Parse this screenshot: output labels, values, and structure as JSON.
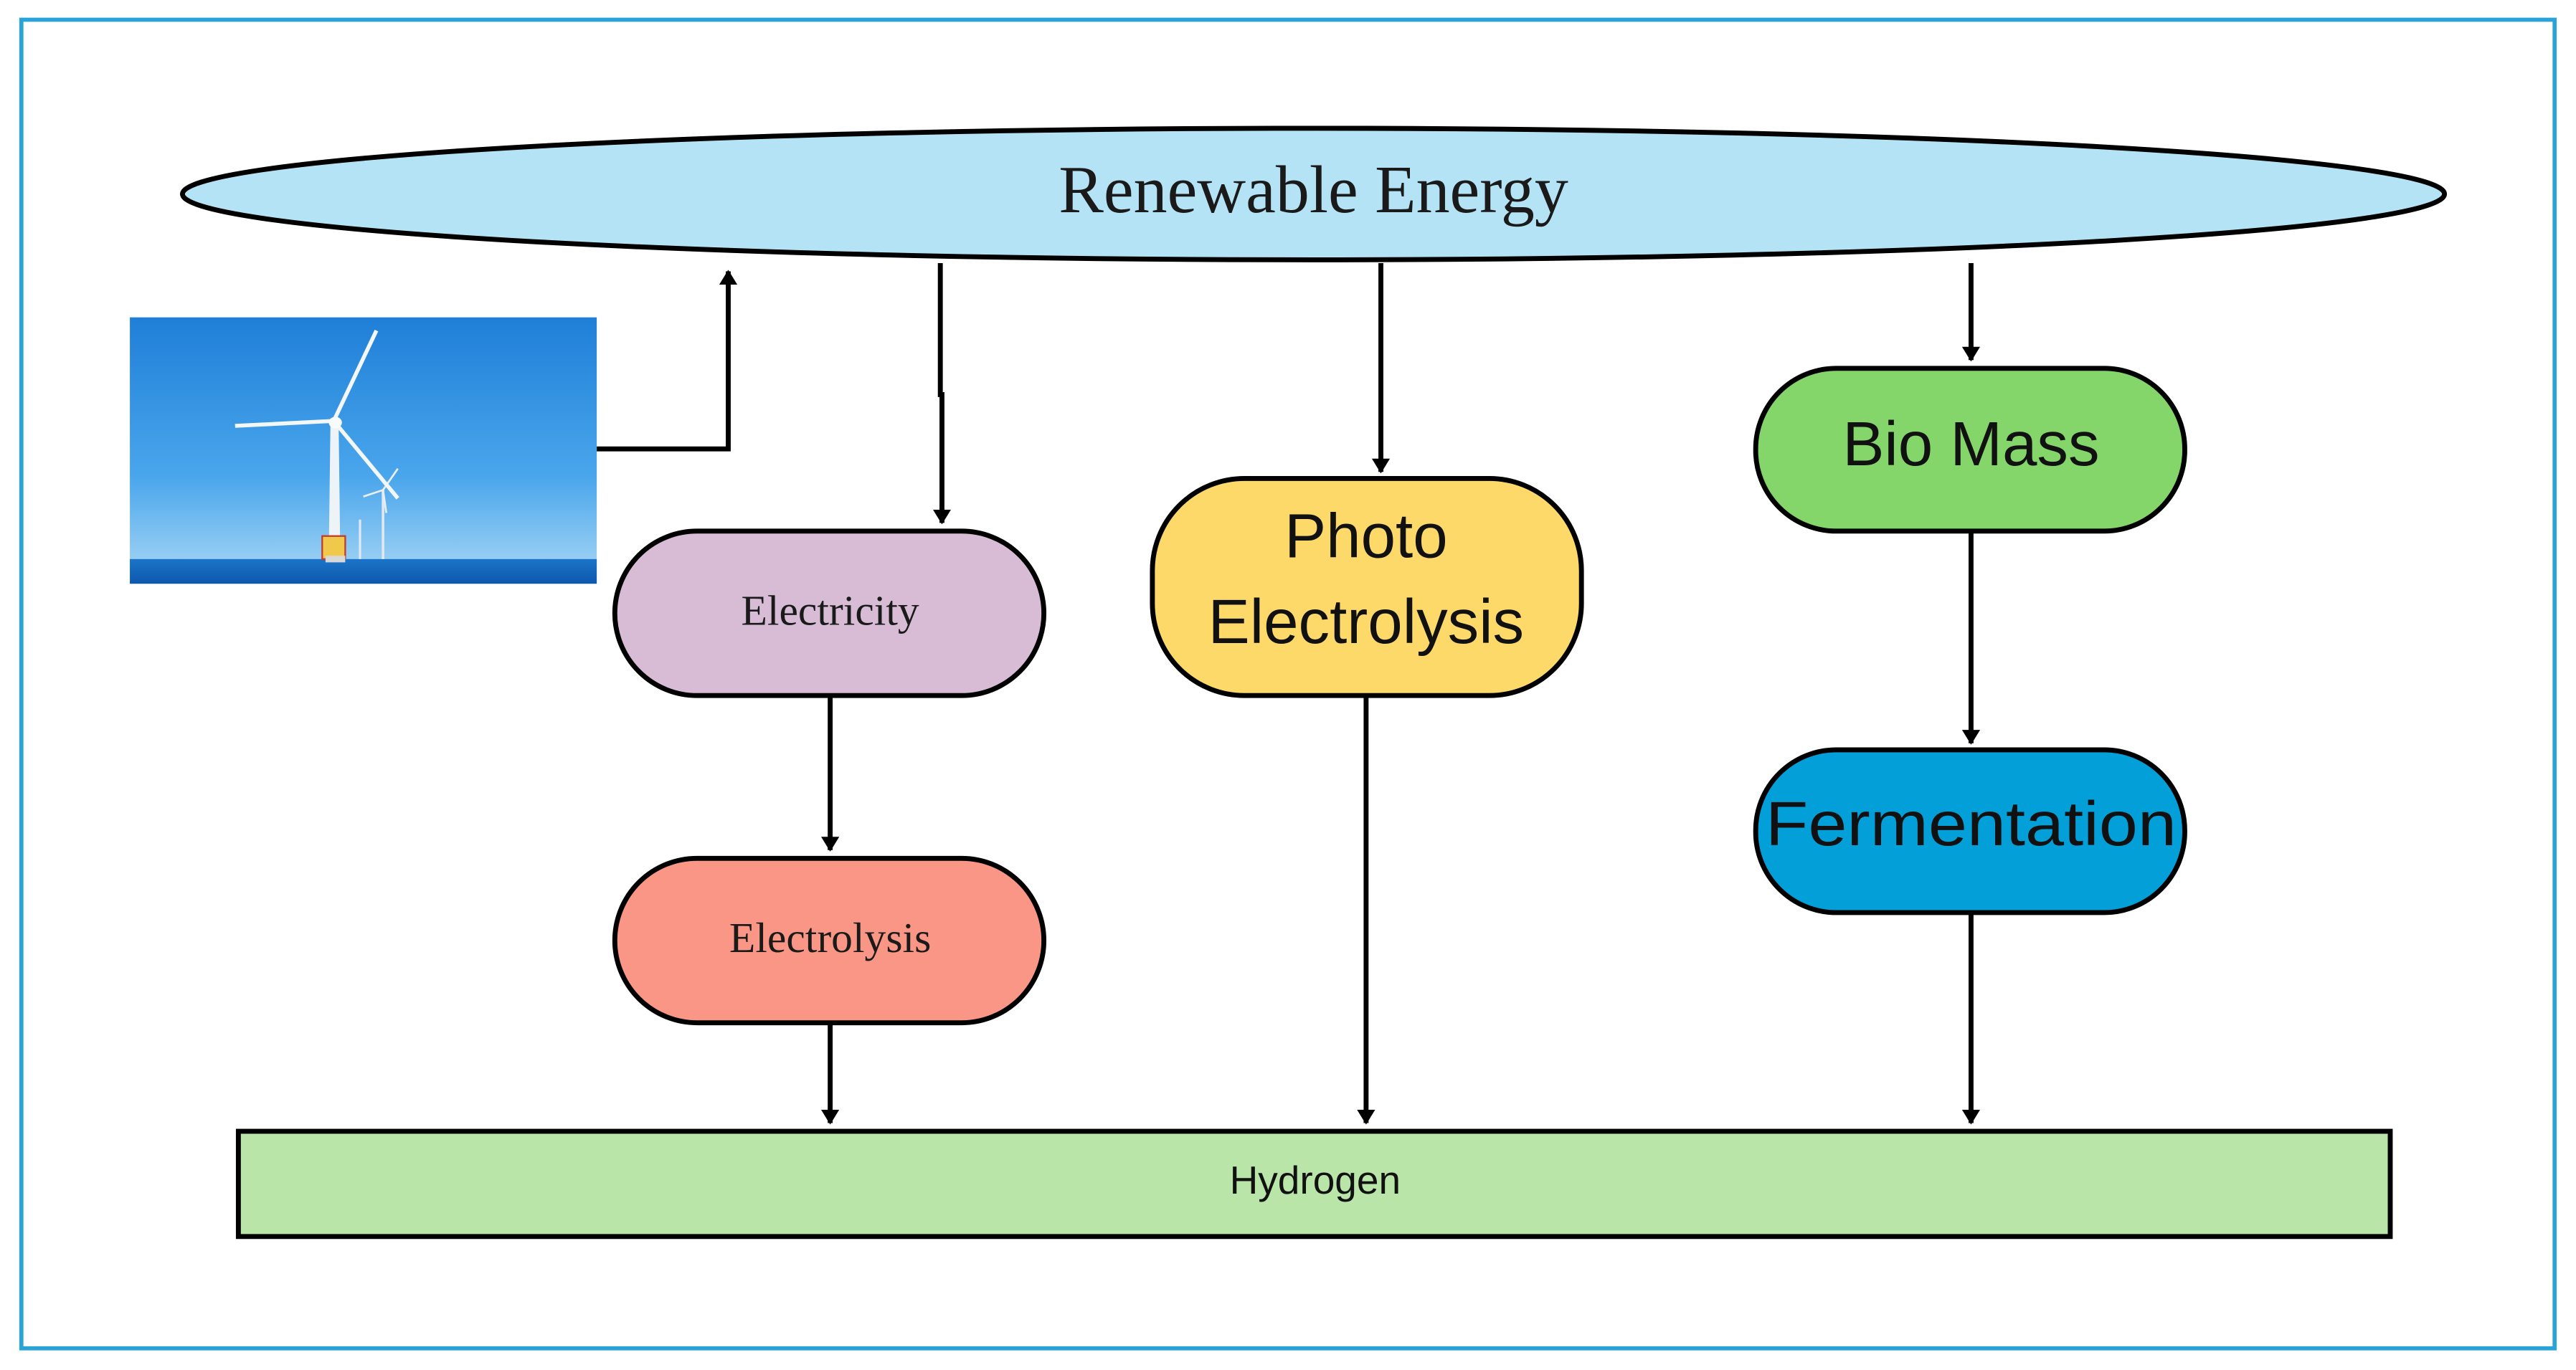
{
  "diagram": {
    "colors": {
      "frame": "#2aa3d8",
      "renewable_fill": "#b5e3f6",
      "electricity_fill": "#d8bcd6",
      "electrolysis_fill": "#f99686",
      "photo_fill": "#fdd96a",
      "biomass_fill": "#84d56a",
      "fermentation_fill": "#029fd9",
      "hydrogen_fill": "#b9e6a8",
      "stroke": "#000000"
    },
    "nodes": {
      "renewable": "Renewable Energy",
      "electricity": "Electricity",
      "electrolysis": "Electrolysis",
      "photo_line1": "Photo",
      "photo_line2": "Electrolysis",
      "biomass": "Bio Mass",
      "fermentation": "Fermentation",
      "hydrogen": "Hydrogen"
    },
    "image": {
      "icon": "wind-turbine-photo"
    }
  }
}
